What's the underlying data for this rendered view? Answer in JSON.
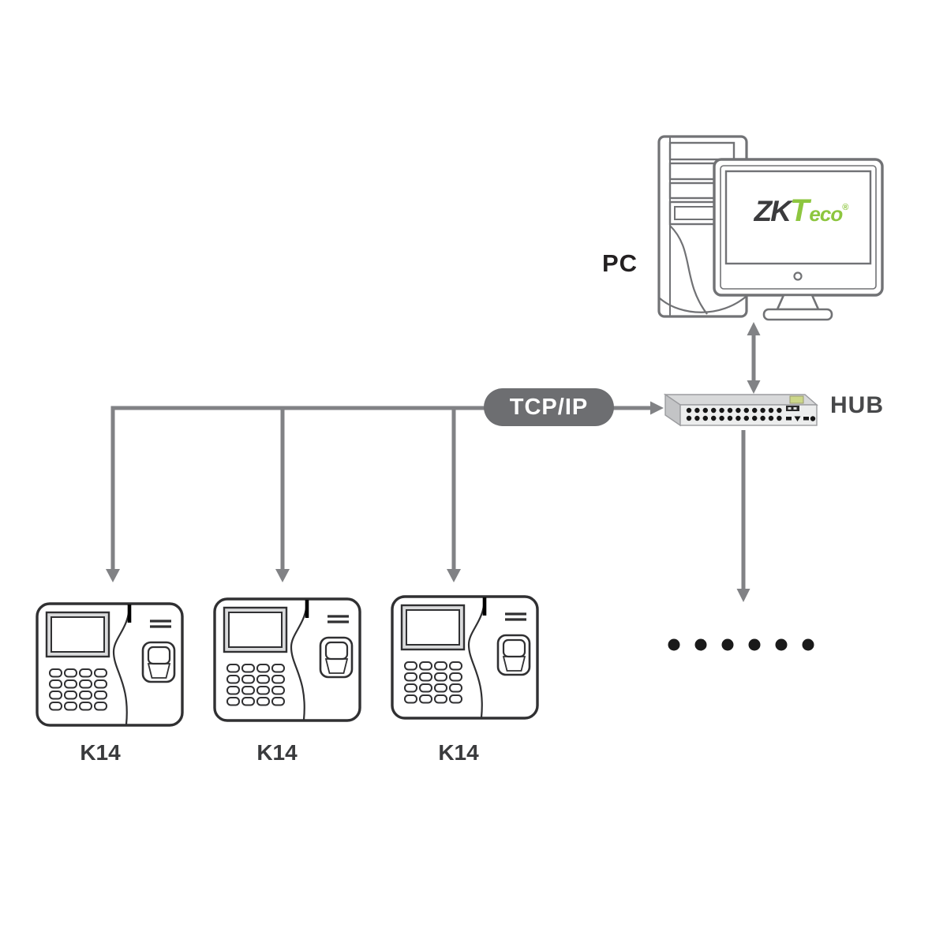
{
  "pc": {
    "label": "PC",
    "logo": {
      "zk": "ZK",
      "t": "T",
      "eco": "eco",
      "reg": "®"
    }
  },
  "hub": {
    "label": "HUB"
  },
  "protocol": {
    "label": "TCP/IP"
  },
  "devices": [
    {
      "label": "K14"
    },
    {
      "label": "K14"
    },
    {
      "label": "K14"
    }
  ],
  "ellipsis": {
    "count": 6
  },
  "colors": {
    "connector": "#818285",
    "pill_background": "#6d6e71",
    "pill_text": "#ffffff",
    "device_outline": "#303032",
    "logo_dark": "#3b3b3d",
    "logo_green": "#8dc63f",
    "dots": "#1a1a1a"
  }
}
